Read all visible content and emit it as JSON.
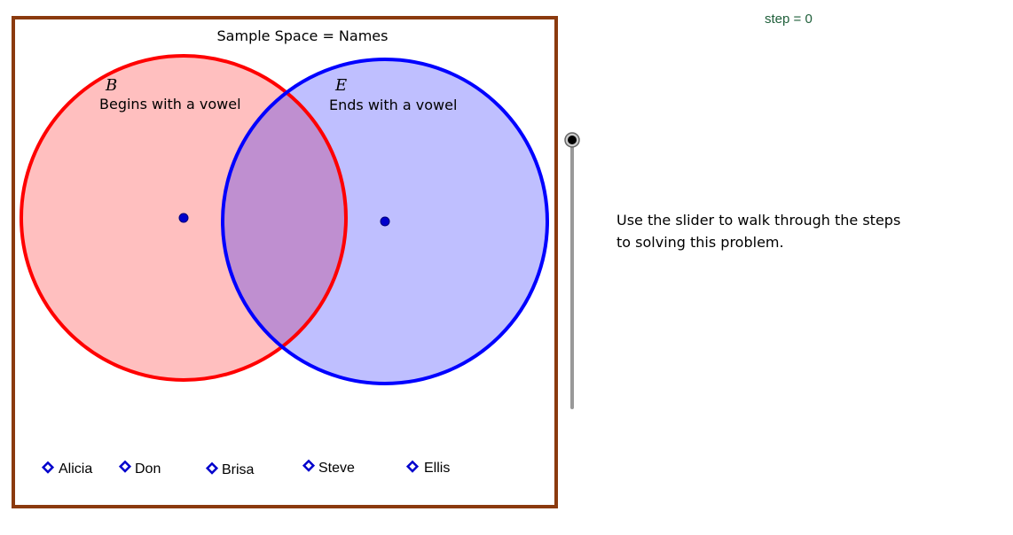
{
  "sample_space": {
    "title": "Sample Space = Names",
    "border_color": "#8B3A0E"
  },
  "sets": [
    {
      "letter": "B",
      "description": "Begins with a vowel",
      "stroke_color": "#ff0000",
      "fill_color": "#ffbfbf"
    },
    {
      "letter": "E",
      "description": "Ends with a vowel",
      "stroke_color": "#0000ff",
      "fill_color": "#bfbfff"
    }
  ],
  "intersection_color": "#bf8fd0",
  "names": [
    "Alicia",
    "Don",
    "Brisa",
    "Steve",
    "Ellis"
  ],
  "name_marker_color": "#0000cc",
  "step": {
    "label": "step = 0",
    "value": 0
  },
  "instructions": {
    "line1": "Use the slider to walk through the steps",
    "line2": "to solving this problem."
  },
  "icons": {
    "name_marker": "diamond-icon",
    "center_point": "dot-icon",
    "slider_handle": "circle-handle-icon"
  }
}
